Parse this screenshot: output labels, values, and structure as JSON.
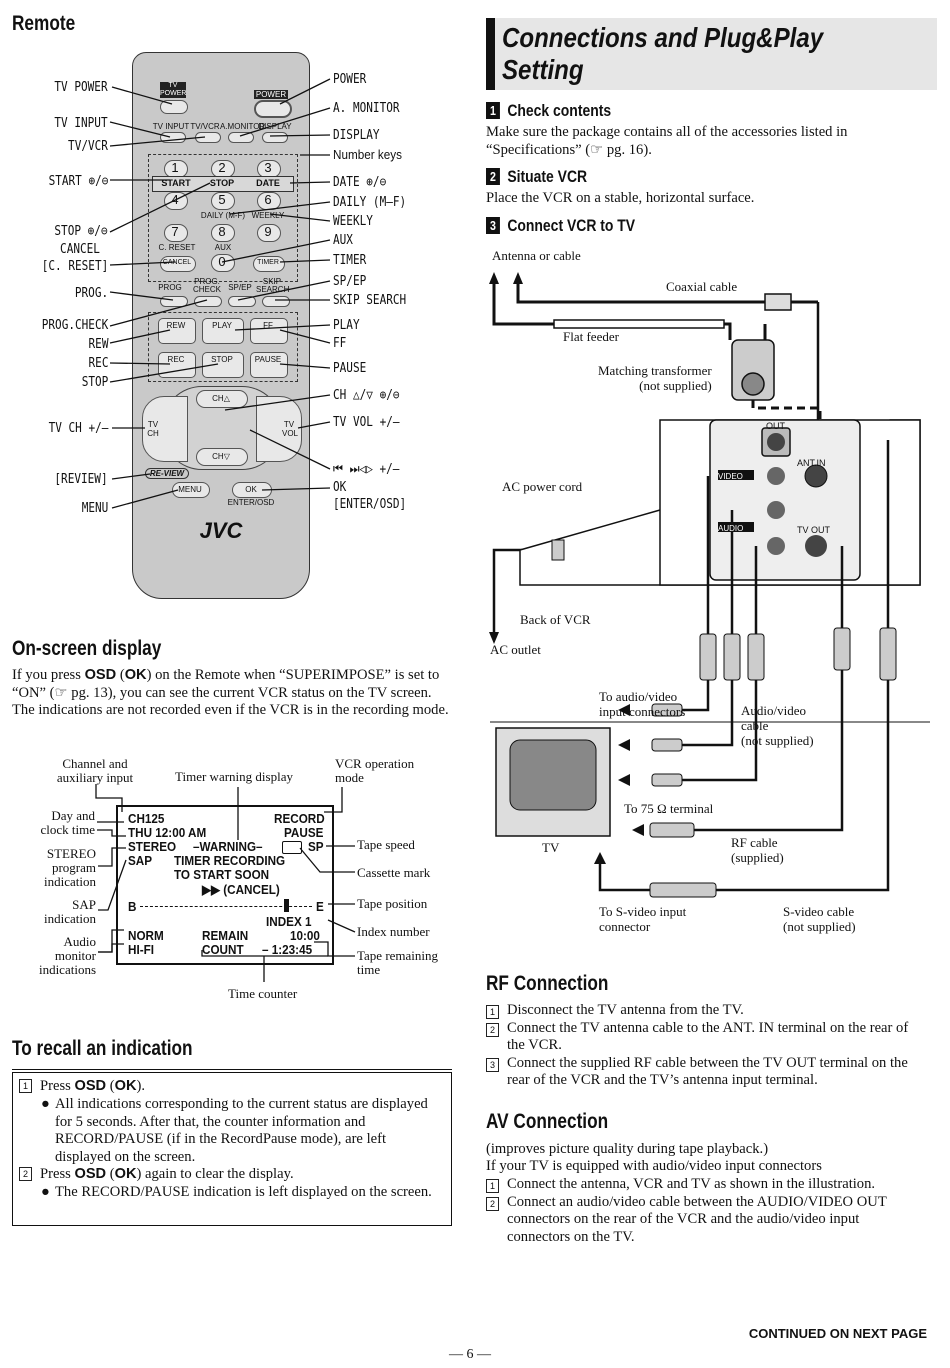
{
  "remote": {
    "heading": "Remote",
    "brand": "JVC",
    "callouts_left": [
      "TV POWER",
      "TV INPUT",
      "TV/VCR",
      "START ⊕/⊖",
      "STOP ⊕/⊖",
      "CANCEL",
      "[C. RESET]",
      "PROG.",
      "PROG.CHECK",
      "REW",
      "REC",
      "STOP",
      "TV CH +/–",
      "[REVIEW]",
      "MENU"
    ],
    "callouts_right": [
      "POWER",
      "A. MONITOR",
      "DISPLAY",
      "Number keys",
      "DATE ⊕/⊖",
      "DAILY (M–F)",
      "WEEKLY",
      "AUX",
      "TIMER",
      "SP/EP",
      "SKIP SEARCH",
      "PLAY",
      "FF",
      "PAUSE",
      "CH △/▽ ⊕/⊖",
      "TV VOL +/–",
      "⏮ ⏭◁▷ +/–",
      "OK",
      "[ENTER/OSD]"
    ],
    "buttons": {
      "tv_power": "TV POWER",
      "power": "POWER",
      "tv_input": "TV INPUT",
      "tv_vcr": "TV/VCR",
      "a_monitor": "A.MONITOR",
      "display": "DISPLAY",
      "start": "START",
      "stop": "STOP",
      "date": "DATE",
      "daily": "DAILY (M-F)",
      "weekly": "WEEKLY",
      "c_reset": "C. RESET",
      "aux": "AUX",
      "cancel": "CANCEL",
      "timer": "TIMER",
      "prog": "PROG",
      "prog_check": "PROG. CHECK",
      "sp_ep": "SP/EP",
      "skip_search": "SKIP SEARCH",
      "rew": "REW",
      "play": "PLAY",
      "ff": "FF",
      "rec": "REC",
      "stop2": "STOP",
      "pause": "PAUSE",
      "ch_up": "CH△",
      "ch_down": "CH▽",
      "tv_ch": "TV CH",
      "tv_vol": "TV VOL",
      "review": "RE-VIEW",
      "menu": "MENU",
      "ok": "OK",
      "enter_osd": "ENTER/OSD",
      "digits": [
        "1",
        "2",
        "3",
        "4",
        "5",
        "6",
        "7",
        "8",
        "9",
        "0"
      ]
    }
  },
  "onscreen": {
    "heading": "On-screen display",
    "intro_parts": [
      "If you press ",
      "OSD",
      " (",
      "OK",
      ") on the Remote when “SUPERIMPOSE” is set to “ON” (☞ pg. 13), you can see the current VCR status on the TV screen. The indications are not recorded even if the VCR is in the recording mode."
    ],
    "labels": {
      "channel": "Channel and auxiliary input",
      "timer_warning": "Timer warning display",
      "vcr_mode": "VCR operation mode",
      "day_clock": "Day and clock time",
      "stereo": "STEREO program indication",
      "sap": "SAP indication",
      "audio_monitor": "Audio monitor indications",
      "tape_speed": "Tape speed",
      "cassette": "Cassette mark",
      "tape_position": "Tape position",
      "index_number": "Index number",
      "tape_remaining": "Tape remaining time",
      "time_counter": "Time counter"
    },
    "screen": {
      "ch": "CH125",
      "record": "RECORD",
      "day": "THU  12:00 AM",
      "pause": "PAUSE",
      "stereo": "STEREO",
      "warning": "–WARNING–",
      "sp": "SP",
      "sap": "SAP",
      "timer_recording": "TIMER RECORDING",
      "to_start": "TO START SOON",
      "cancel": "▶▶  (CANCEL)",
      "b": "B",
      "e": "E",
      "index": "INDEX   1",
      "norm": "NORM",
      "remain": "REMAIN",
      "remain_time": "10:00",
      "hifi": "HI-FI",
      "count": "COUNT",
      "count_time": "–  1:23:45"
    }
  },
  "recall": {
    "heading": "To recall an indication",
    "step1_pre": "Press ",
    "step1_bold": "OSD",
    "step1_mid": " (",
    "step1_bold2": "OK",
    "step1_post": ").",
    "step1_bullet": "All indications corresponding to the current status are displayed for 5 seconds. After that, the counter information and RECORD/PAUSE (if in the RecordPause mode), are left displayed on the screen.",
    "step2_pre": "Press ",
    "step2_bold": "OSD",
    "step2_mid": " (",
    "step2_bold2": "OK",
    "step2_post": ") again to clear the display.",
    "step2_bullet": "The RECORD/PAUSE indication is left displayed on the screen.",
    "step_nums": [
      "1",
      "2"
    ]
  },
  "connections": {
    "title_line1": "Connections and Plug&Play",
    "title_line2": "Setting",
    "step1_num": "1",
    "step1_head": "Check contents",
    "step1_text": "Make sure the package contains all of the accessories listed in “Specifications” (☞ pg. 16).",
    "step2_num": "2",
    "step2_head": "Situate VCR",
    "step2_text": "Place the VCR on a stable, horizontal surface.",
    "step3_num": "3",
    "step3_head": "Connect VCR to TV"
  },
  "diagram": {
    "antenna": "Antenna or cable",
    "coaxial": "Coaxial cable",
    "flat_feeder": "Flat feeder",
    "matching": "Matching transformer\n(not supplied)",
    "ac_cord": "AC power cord",
    "back_vcr": "Back of VCR",
    "ac_outlet": "AC outlet",
    "to_av": "To audio/video\ninput connectors",
    "av_cable": "Audio/video\ncable\n(not supplied)",
    "to_75": "To 75 Ω terminal",
    "tv": "TV",
    "rf_cable": "RF cable\n(supplied)",
    "to_svideo": "To S-video input\nconnector",
    "svideo_cable": "S-video cable\n(not supplied)",
    "out": "OUT",
    "ant_in": "ANT.IN",
    "video": "VIDEO",
    "audio": "AUDIO",
    "tv_out": "TV OUT"
  },
  "rf": {
    "heading": "RF Connection",
    "steps": [
      "Disconnect the TV antenna from the TV.",
      "Connect the TV antenna cable to the ANT. IN terminal on the rear of the VCR.",
      "Connect the supplied RF cable between the TV OUT terminal on the rear of the VCR and the TV’s antenna input terminal."
    ],
    "nums": [
      "1",
      "2",
      "3"
    ]
  },
  "av": {
    "heading": "AV Connection",
    "intro1": "(improves picture quality during tape playback.)",
    "intro2": "If your TV is equipped with audio/video input connectors",
    "steps": [
      "Connect the antenna, VCR and TV as shown in the illustration.",
      "Connect an audio/video cable between the AUDIO/VIDEO OUT connectors on the rear of the VCR and the audio/video input connectors on the TV."
    ],
    "nums": [
      "1",
      "2"
    ]
  },
  "footer": {
    "continued": "CONTINUED ON NEXT PAGE",
    "page": "— 6 —"
  }
}
